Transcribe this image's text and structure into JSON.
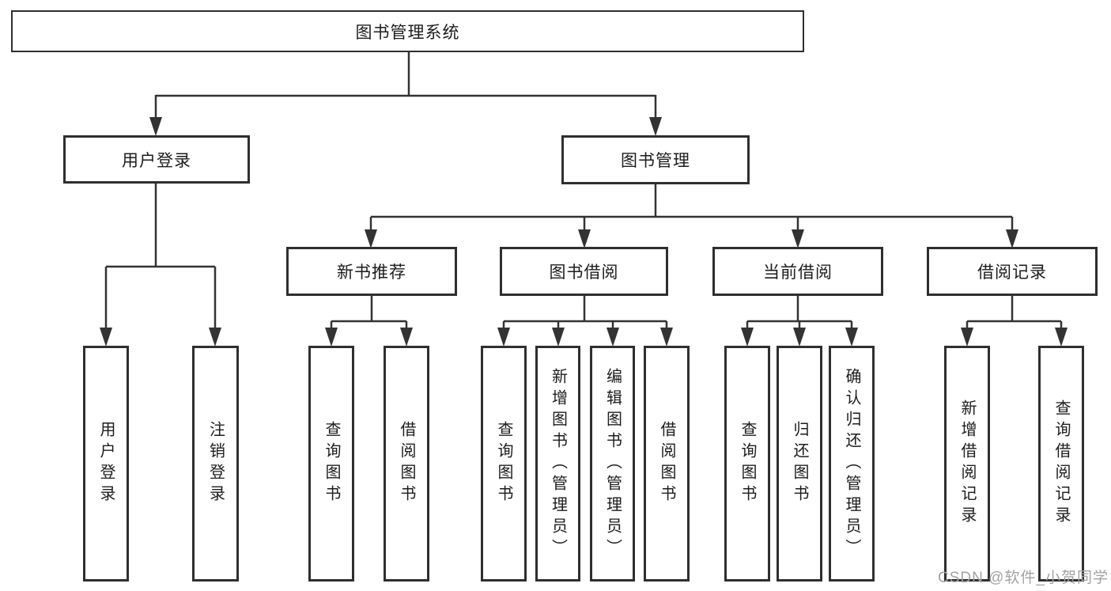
{
  "diagram": {
    "root": "图书管理系统",
    "level2": {
      "user_login": "用户登录",
      "book_mgmt": "图书管理"
    },
    "level3": {
      "new_book": "新书推荐",
      "book_borrow": "图书借阅",
      "current_borrow": "当前借阅",
      "borrow_record": "借阅记录"
    },
    "leaves": {
      "user_login": [
        "用户登录",
        "注销登录"
      ],
      "new_book": [
        "查询图书",
        "借阅图书"
      ],
      "book_borrow": [
        "查询图书",
        "新增图书（管理员）",
        "编辑图书（管理员）",
        "借阅图书"
      ],
      "current_borrow": [
        "查询图书",
        "归还图书",
        "确认归还（管理员）"
      ],
      "borrow_record": [
        "新增借阅记录",
        "查询借阅记录"
      ]
    }
  },
  "watermark": "CSDN @软件_小贺同学"
}
